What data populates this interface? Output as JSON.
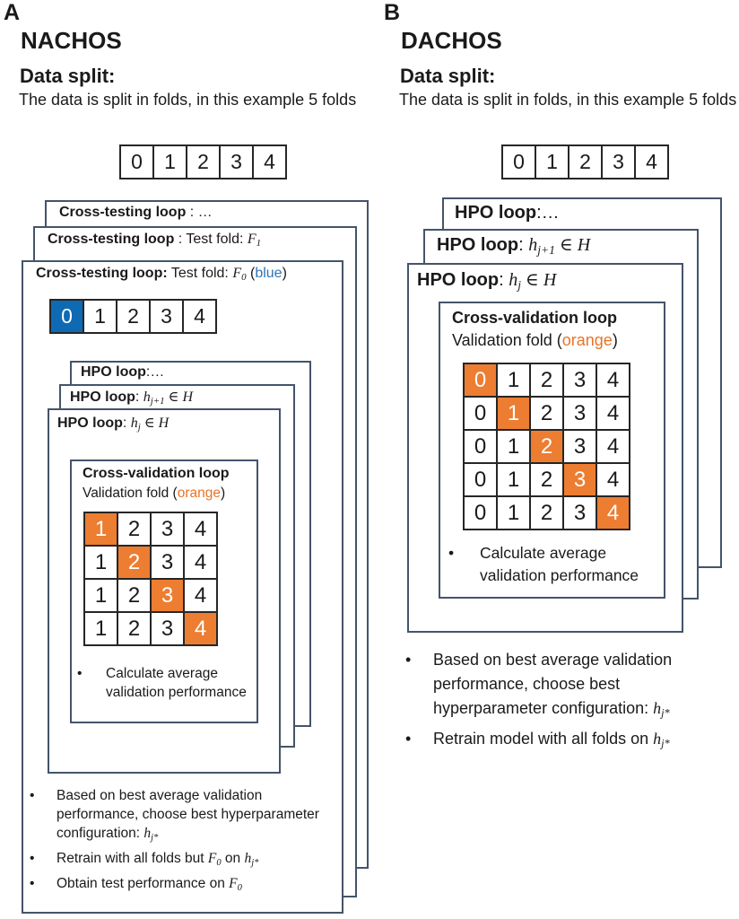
{
  "colors": {
    "box_border": "#44546A",
    "test_fold_blue": "#0F6AB4",
    "validation_fold_orange": "#ED7D31",
    "blue_word": "#2E74B5",
    "orange_word": "#E8732A"
  },
  "left": {
    "panel_label": "A",
    "title": "NACHOS",
    "split_heading": "Data split:",
    "split_body": "The data is split in folds, in this example 5 folds",
    "strip": {
      "rows": [
        [
          {
            "t": "0"
          },
          {
            "t": "1"
          },
          {
            "t": "2"
          },
          {
            "t": "3"
          },
          {
            "t": "4"
          }
        ]
      ]
    },
    "ct_back": [
      {
        "t": "Cross-testing loop ",
        "cls": "b"
      },
      {
        "t": ": …"
      }
    ],
    "ct_mid": [
      {
        "t": "Cross-testing loop ",
        "cls": "b"
      },
      {
        "t": ": Test fold: "
      },
      {
        "t": "F",
        "cls": "m"
      },
      {
        "t": "1",
        "cls": "m msub"
      }
    ],
    "ct_front": [
      {
        "t": "Cross-testing loop:",
        "cls": "b"
      },
      {
        "t": " Test fold: "
      },
      {
        "t": "F",
        "cls": "m"
      },
      {
        "t": "0",
        "cls": "m msub"
      },
      {
        "t": " ("
      },
      {
        "t": "blue",
        "cls": "blue"
      },
      {
        "t": ")"
      }
    ],
    "test_strip": {
      "rows": [
        [
          {
            "t": "0",
            "hl": "blue"
          },
          {
            "t": "1"
          },
          {
            "t": "2"
          },
          {
            "t": "3"
          },
          {
            "t": "4"
          }
        ]
      ]
    },
    "hpo_back": [
      {
        "t": "HPO loop",
        "cls": "b"
      },
      {
        "t": ":…"
      }
    ],
    "hpo_mid": [
      {
        "t": "HPO loop",
        "cls": "b"
      },
      {
        "t": ": "
      },
      {
        "t": "h",
        "cls": "m"
      },
      {
        "t": "j+1",
        "cls": "m msub"
      },
      {
        "t": " ∈ ",
        "cls": "mup"
      },
      {
        "t": "H",
        "cls": "m"
      }
    ],
    "hpo_front": [
      {
        "t": "HPO loop",
        "cls": "b"
      },
      {
        "t": ": "
      },
      {
        "t": "h",
        "cls": "m"
      },
      {
        "t": "j",
        "cls": "m msub"
      },
      {
        "t": " ∈ ",
        "cls": "mup"
      },
      {
        "t": "H",
        "cls": "m"
      }
    ],
    "cv_title": "Cross-validation loop",
    "cv_subtitle": [
      {
        "t": "Validation fold ("
      },
      {
        "t": "orange",
        "cls": "orange"
      },
      {
        "t": ")"
      }
    ],
    "cv_grid": {
      "rows": [
        [
          {
            "t": "1",
            "hl": "orange"
          },
          {
            "t": "2"
          },
          {
            "t": "3"
          },
          {
            "t": "4"
          }
        ],
        [
          {
            "t": "1"
          },
          {
            "t": "2",
            "hl": "orange"
          },
          {
            "t": "3"
          },
          {
            "t": "4"
          }
        ],
        [
          {
            "t": "1"
          },
          {
            "t": "2"
          },
          {
            "t": "3",
            "hl": "orange"
          },
          {
            "t": "4"
          }
        ],
        [
          {
            "t": "1"
          },
          {
            "t": "2"
          },
          {
            "t": "3"
          },
          {
            "t": "4",
            "hl": "orange"
          }
        ]
      ]
    },
    "cv_bullets": [
      [
        {
          "t": "Calculate average validation performance"
        }
      ]
    ],
    "bottom_bullets": [
      [
        {
          "t": "Based on best average validation performance, choose best hyperparameter configuration: "
        },
        {
          "t": "h",
          "cls": "m"
        },
        {
          "t": "j*",
          "cls": "m msub"
        }
      ],
      [
        {
          "t": "Retrain with all folds but "
        },
        {
          "t": "F",
          "cls": "m"
        },
        {
          "t": "0",
          "cls": "m msub"
        },
        {
          "t": " on "
        },
        {
          "t": "h",
          "cls": "m"
        },
        {
          "t": "j*",
          "cls": "m msub"
        }
      ],
      [
        {
          "t": "Obtain test performance on "
        },
        {
          "t": "F",
          "cls": "m"
        },
        {
          "t": "0",
          "cls": "m msub"
        }
      ]
    ]
  },
  "right": {
    "panel_label": "B",
    "title": "DACHOS",
    "split_heading": "Data split:",
    "split_body": "The data is split in folds, in this example 5 folds",
    "strip": {
      "rows": [
        [
          {
            "t": "0"
          },
          {
            "t": "1"
          },
          {
            "t": "2"
          },
          {
            "t": "3"
          },
          {
            "t": "4"
          }
        ]
      ]
    },
    "hpo_back": [
      {
        "t": "HPO loop",
        "cls": "b"
      },
      {
        "t": ":…"
      }
    ],
    "hpo_mid": [
      {
        "t": "HPO loop",
        "cls": "b"
      },
      {
        "t": ": "
      },
      {
        "t": "h",
        "cls": "m"
      },
      {
        "t": "j+1",
        "cls": "m msub"
      },
      {
        "t": " ∈ ",
        "cls": "mup"
      },
      {
        "t": "H",
        "cls": "m"
      }
    ],
    "hpo_front": [
      {
        "t": "HPO loop",
        "cls": "b"
      },
      {
        "t": ": "
      },
      {
        "t": "h",
        "cls": "m"
      },
      {
        "t": "j",
        "cls": "m msub"
      },
      {
        "t": " ∈ ",
        "cls": "mup"
      },
      {
        "t": "H",
        "cls": "m"
      }
    ],
    "cv_title": "Cross-validation loop",
    "cv_subtitle": [
      {
        "t": "Validation fold ("
      },
      {
        "t": "orange",
        "cls": "orange"
      },
      {
        "t": ")"
      }
    ],
    "cv_grid": {
      "rows": [
        [
          {
            "t": "0",
            "hl": "orange"
          },
          {
            "t": "1"
          },
          {
            "t": "2"
          },
          {
            "t": "3"
          },
          {
            "t": "4"
          }
        ],
        [
          {
            "t": "0"
          },
          {
            "t": "1",
            "hl": "orange"
          },
          {
            "t": "2"
          },
          {
            "t": "3"
          },
          {
            "t": "4"
          }
        ],
        [
          {
            "t": "0"
          },
          {
            "t": "1"
          },
          {
            "t": "2",
            "hl": "orange"
          },
          {
            "t": "3"
          },
          {
            "t": "4"
          }
        ],
        [
          {
            "t": "0"
          },
          {
            "t": "1"
          },
          {
            "t": "2"
          },
          {
            "t": "3",
            "hl": "orange"
          },
          {
            "t": "4"
          }
        ],
        [
          {
            "t": "0"
          },
          {
            "t": "1"
          },
          {
            "t": "2"
          },
          {
            "t": "3"
          },
          {
            "t": "4",
            "hl": "orange"
          }
        ]
      ]
    },
    "cv_bullets": [
      [
        {
          "t": "Calculate average validation performance"
        }
      ]
    ],
    "bottom_bullets": [
      [
        {
          "t": "Based on best average validation performance, choose best hyperparameter configuration: "
        },
        {
          "t": "h",
          "cls": "m"
        },
        {
          "t": "j*",
          "cls": "m msub"
        }
      ],
      [
        {
          "t": "Retrain model with all folds on "
        },
        {
          "t": "h",
          "cls": "m"
        },
        {
          "t": "j*",
          "cls": "m msub"
        }
      ]
    ]
  }
}
